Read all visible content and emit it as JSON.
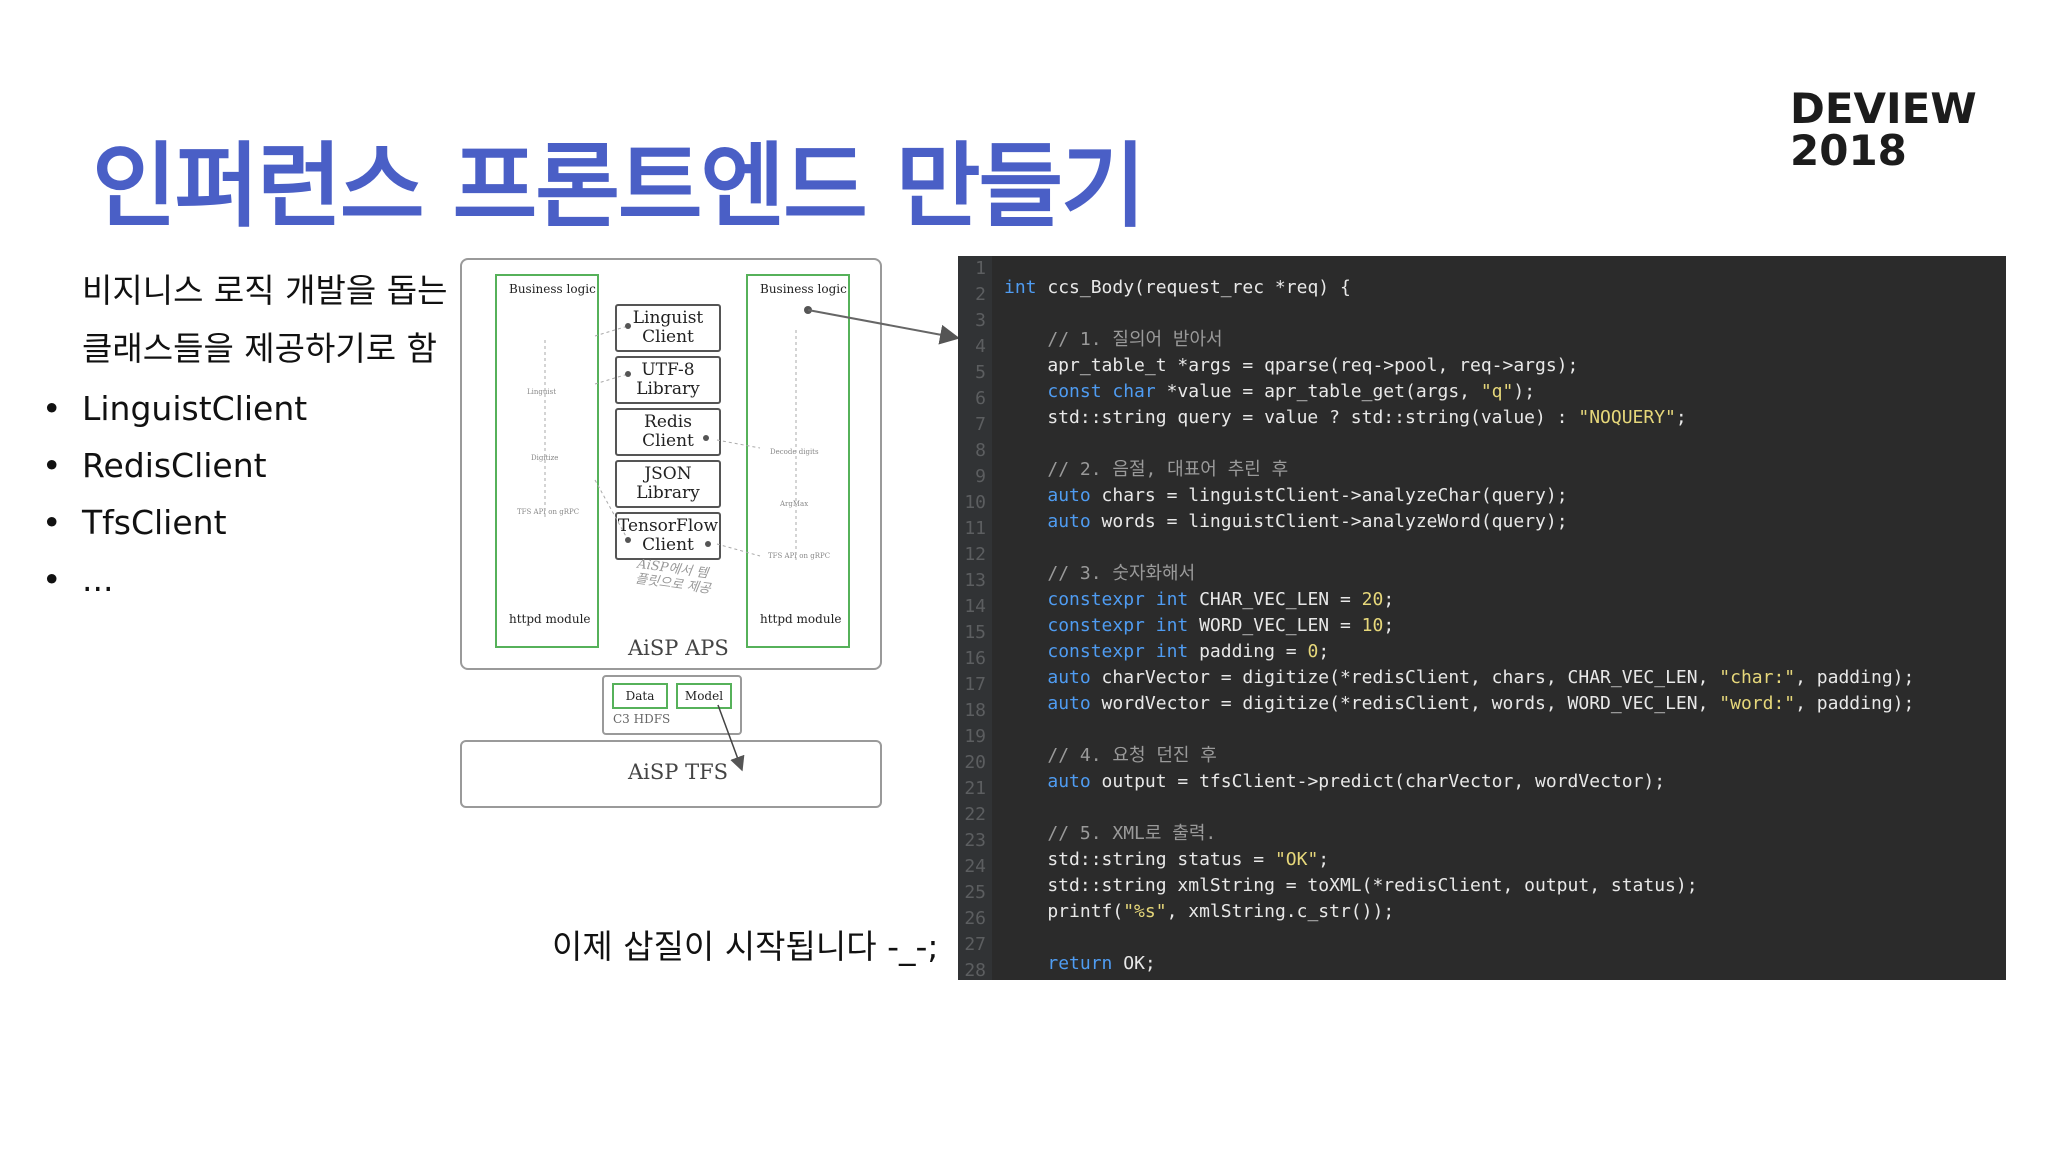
{
  "title": "인퍼런스 프론트엔드 만들기",
  "logo": {
    "line1": "DEVIEW",
    "line2": "2018"
  },
  "intro": {
    "line1": "비지니스 로직 개발을 돕는",
    "line2": "클래스들을 제공하기로 함"
  },
  "bullets": [
    "LinguistClient",
    "RedisClient",
    "TfsClient",
    "..."
  ],
  "bottom_note": "이제 삽질이 시작됩니다 -_-;",
  "diagram": {
    "business_logic_left": "Business logic",
    "business_logic_right": "Business logic",
    "httpd_left": "httpd module",
    "httpd_right": "httpd module",
    "libs": [
      {
        "line1": "Linguist",
        "line2": "Client"
      },
      {
        "line1": "UTF-8",
        "line2": "Library"
      },
      {
        "line1": "Redis",
        "line2": "Client"
      },
      {
        "line1": "JSON",
        "line2": "Library"
      },
      {
        "line1": "TensorFlow",
        "line2": "Client"
      }
    ],
    "handwritten": "AiSP에서 템플릿으로 제공",
    "aps_label": "AiSP APS",
    "tfs_label": "AiSP TFS",
    "hdfs_label": "C3 HDFS",
    "data_label": "Data",
    "model_label": "Model",
    "left_steps": [
      "Linguist",
      "Digitize",
      "TFS API on gRPC"
    ],
    "right_steps": [
      "Decode digits",
      "ArgMax",
      "TFS API on gRPC"
    ]
  },
  "code": {
    "line_numbers": [
      "1",
      "2",
      "3",
      "4",
      "5",
      "6",
      "7",
      "8",
      "9",
      "10",
      "11",
      "12",
      "13",
      "14",
      "15",
      "16",
      "17",
      "18",
      "19",
      "20",
      "21",
      "22",
      "23",
      "24",
      "25",
      "26",
      "27",
      "28"
    ]
  }
}
